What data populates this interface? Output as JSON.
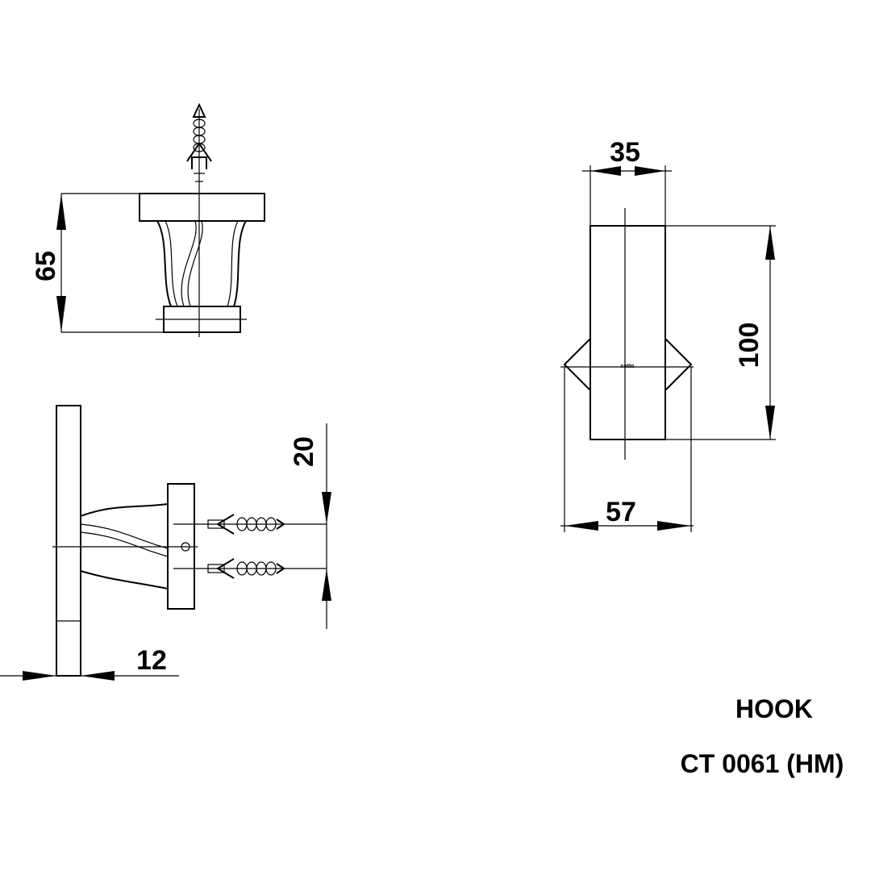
{
  "dimensions": {
    "top_view_width": "35",
    "top_view_height": "100",
    "top_view_base_width": "57",
    "side_view_height": "65",
    "side_view_screw_spacing": "20",
    "side_view_plate_thickness": "12"
  },
  "title_block": {
    "product_name": "HOOK",
    "model_code": "CT 0061 (HM)"
  }
}
